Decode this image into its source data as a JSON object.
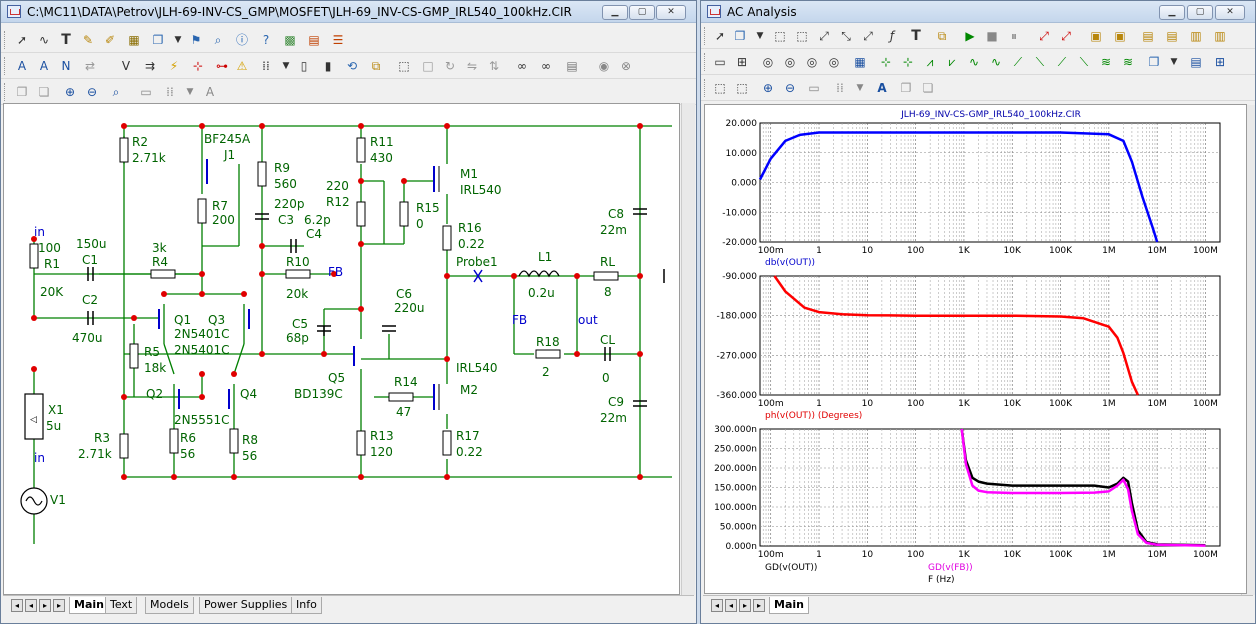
{
  "left_window": {
    "title": "C:\\MC11\\DATA\\Petrov\\JLH-69-INV-CS_GMP\\MOSFET\\JLH-69_INV-CS-GMP_IRL540_100kHz.CIR",
    "tabs": [
      "Main",
      "Text",
      "Models",
      "Power Supplies",
      "Info"
    ],
    "active_tab": "Main"
  },
  "right_window": {
    "title": "AC Analysis",
    "tabs": [
      "Main"
    ],
    "active_tab": "Main"
  },
  "schematic": {
    "labels": {
      "in_top": "in",
      "r1_value": "100",
      "r1": "R1",
      "r1_ohm": "20K",
      "c1_cap": "150u",
      "c1": "C1",
      "c2": "C2",
      "c2_cap": "470u",
      "r4_val": "3k",
      "r4": "R4",
      "r2": "R2",
      "r2_val": "2.71k",
      "bf245a": "BF245A",
      "j1": "J1",
      "r7": "R7",
      "r7_val": "200",
      "r9": "R9",
      "r9_val": "560",
      "c3_cap": "220p",
      "c3": "C3",
      "c4_cap": "6.2p",
      "c4": "C4",
      "r10": "R10",
      "r10_val": "20k",
      "fb_top": "FB",
      "q1": "Q1",
      "q3": "Q3",
      "q1_type": "2N5401C",
      "q3_type": "2N5401C",
      "r5": "R5",
      "r5_val": "18k",
      "q2": "Q2",
      "q4": "Q4",
      "q24_type": "2N5551C",
      "r6": "R6",
      "r6_val": "56",
      "r8": "R8",
      "r8_val": "56",
      "r3": "R3",
      "r3_val": "2.71k",
      "r11": "R11",
      "r11_val": "430",
      "r12_val": "220",
      "r12": "R12",
      "m1": "M1",
      "m1_type": "IRL540",
      "r15": "R15",
      "r15_val": "0",
      "r16": "R16",
      "r16_val": "0.22",
      "c6": "C6",
      "c6_cap": "220u",
      "c5": "C5",
      "c5_cap": "68p",
      "q5": "Q5",
      "q5_type": "BD139C",
      "r14": "R14",
      "r14_val": "47",
      "m2_type": "IRL540",
      "m2": "M2",
      "r13": "R13",
      "r13_val": "120",
      "r17": "R17",
      "r17_val": "0.22",
      "probe1": "Probe1",
      "l1": "L1",
      "l1_val": "0.2u",
      "fb_mid": "FB",
      "out": "out",
      "r18": "R18",
      "r18_val": "2",
      "c8": "C8",
      "c8_cap": "22m",
      "rl": "RL",
      "rl_val": "8",
      "cl": "CL",
      "cl_val": "0",
      "c9": "C9",
      "c9_cap": "22m",
      "x1": "X1",
      "x1_val": "5u",
      "in_bottom": "in",
      "v1": "V1"
    }
  },
  "analysis": {
    "title": "JLH-69_INV-CS-GMP_IRL540_100kHz.CIR",
    "x_ticks": [
      "100m",
      "1",
      "10",
      "100",
      "1K",
      "10K",
      "100K",
      "1M",
      "10M",
      "100M"
    ],
    "x_axis_label": "F (Hz)",
    "colors": {
      "db": "#0000ff",
      "phase": "#ff0000",
      "gd_out": "#000000",
      "gd_fb": "#ff00ff"
    }
  },
  "chart_data": [
    {
      "type": "line",
      "ylabel": "db(v(OUT))",
      "y_ticks": [
        "20.000",
        "10.000",
        "0.000",
        "-10.000",
        "-20.000"
      ],
      "ylim": [
        -20,
        20
      ],
      "x_scale": "log",
      "xlim": [
        0.06,
        200000000
      ],
      "series": [
        {
          "name": "db(v(OUT))",
          "color": "#0000ff",
          "x": [
            0.06,
            0.1,
            0.2,
            0.4,
            1,
            10,
            100,
            1000,
            10000,
            100000,
            1000000,
            2000000,
            3000000,
            5000000,
            8000000,
            10000000
          ],
          "y": [
            1,
            8,
            14,
            16,
            16.8,
            16.8,
            16.8,
            16.8,
            16.8,
            16.8,
            16.2,
            14,
            7,
            -5,
            -15,
            -20
          ]
        }
      ]
    },
    {
      "type": "line",
      "ylabel": "ph(v(OUT)) (Degrees)",
      "y_ticks": [
        "-90.000",
        "-180.000",
        "-270.000",
        "-360.000"
      ],
      "ylim": [
        -360,
        -90
      ],
      "x_scale": "log",
      "xlim": [
        0.06,
        200000000
      ],
      "series": [
        {
          "name": "ph(v(OUT)) (Degrees)",
          "color": "#ff0000",
          "x": [
            0.12,
            0.2,
            0.5,
            1,
            3,
            10,
            100,
            1000,
            10000,
            100000,
            300000,
            1000000,
            1500000,
            2000000,
            3000000,
            4000000
          ],
          "y": [
            -90,
            -125,
            -162,
            -172,
            -177,
            -179,
            -180,
            -180,
            -180,
            -182,
            -186,
            -205,
            -230,
            -265,
            -330,
            -360
          ]
        }
      ]
    },
    {
      "type": "line",
      "y_ticks": [
        "300.000n",
        "250.000n",
        "200.000n",
        "150.000n",
        "100.000n",
        "50.000n",
        "0.000n"
      ],
      "ylim": [
        0,
        300
      ],
      "y_unit": "n",
      "x_scale": "log",
      "xlim": [
        0.06,
        200000000
      ],
      "series": [
        {
          "name": "GD(v(OUT))",
          "color": "#000000",
          "x": [
            900,
            1100,
            1500,
            2000,
            3000,
            10000,
            100000,
            500000,
            1000000,
            1500000,
            2000000,
            2500000,
            3000000,
            4000000,
            6000000,
            10000000,
            100000000
          ],
          "y": [
            300,
            220,
            175,
            165,
            160,
            155,
            155,
            155,
            150,
            160,
            175,
            165,
            110,
            40,
            10,
            4,
            2
          ]
        },
        {
          "name": "GD(v(FB))",
          "color": "#ff00ff",
          "x": [
            900,
            1100,
            1500,
            2000,
            3000,
            10000,
            100000,
            500000,
            1000000,
            1500000,
            2000000,
            2500000,
            3000000,
            4000000,
            6000000,
            10000000,
            100000000
          ],
          "y": [
            300,
            210,
            155,
            142,
            138,
            136,
            136,
            137,
            140,
            155,
            170,
            145,
            90,
            30,
            8,
            3,
            1
          ]
        }
      ]
    }
  ]
}
